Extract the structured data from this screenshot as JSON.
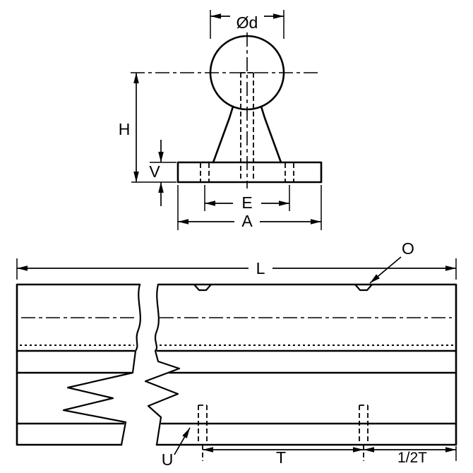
{
  "drawing": {
    "background": "#ffffff",
    "ink": "#000000",
    "views": {
      "support": {
        "title": "shaft-support-front-view",
        "labels": {
          "shaft_diameter": "Ød",
          "height": "H",
          "base_thickness": "V",
          "hole_spacing": "E",
          "base_width": "A"
        }
      },
      "rail": {
        "title": "rail-side-view",
        "labels": {
          "length": "L",
          "top_hole": "O",
          "bottom_hole": "U",
          "hole_pitch": "T",
          "end_offset": "1/2T"
        }
      }
    }
  }
}
